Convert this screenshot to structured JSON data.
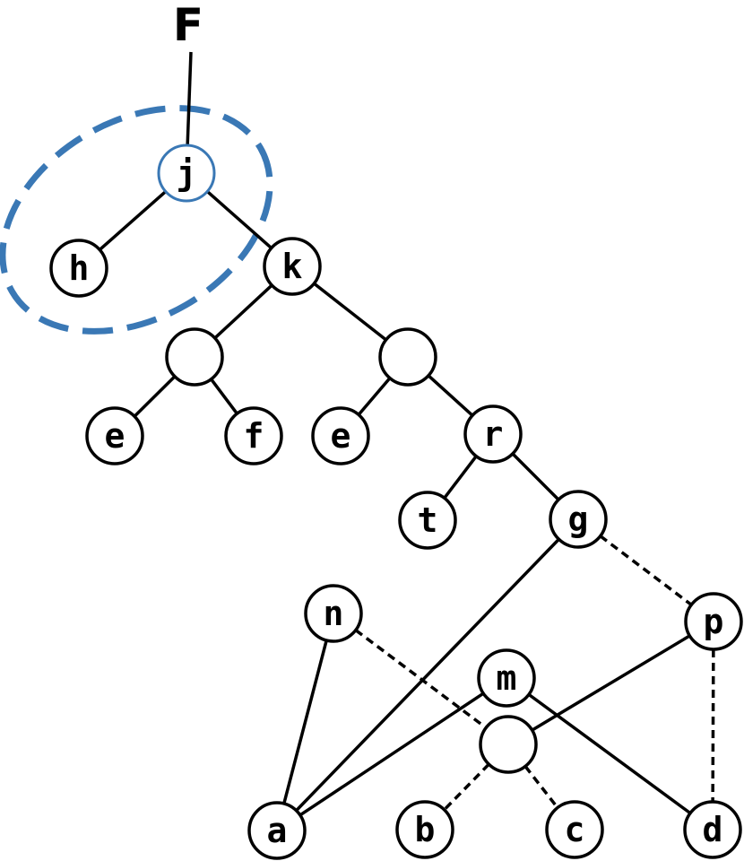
{
  "root_label": "F",
  "colors": {
    "highlight": "#3a78b5",
    "stroke": "#000000"
  },
  "nodes": [
    {
      "id": "j",
      "label": "j",
      "highlight": true
    },
    {
      "id": "h",
      "label": "h"
    },
    {
      "id": "k",
      "label": "k"
    },
    {
      "id": "u1",
      "label": ""
    },
    {
      "id": "u2",
      "label": ""
    },
    {
      "id": "e1",
      "label": "e"
    },
    {
      "id": "f",
      "label": "f"
    },
    {
      "id": "e2",
      "label": "e"
    },
    {
      "id": "r",
      "label": "r"
    },
    {
      "id": "t",
      "label": "t"
    },
    {
      "id": "g",
      "label": "g"
    },
    {
      "id": "n",
      "label": "n"
    },
    {
      "id": "p",
      "label": "p"
    },
    {
      "id": "m",
      "label": "m"
    },
    {
      "id": "u3",
      "label": ""
    },
    {
      "id": "a",
      "label": "a"
    },
    {
      "id": "b",
      "label": "b"
    },
    {
      "id": "c",
      "label": "c"
    },
    {
      "id": "d",
      "label": "d"
    }
  ],
  "edges": [
    {
      "from": "root",
      "to": "j",
      "style": "solid"
    },
    {
      "from": "j",
      "to": "h",
      "style": "solid"
    },
    {
      "from": "j",
      "to": "k",
      "style": "solid"
    },
    {
      "from": "k",
      "to": "u1",
      "style": "solid"
    },
    {
      "from": "k",
      "to": "u2",
      "style": "solid"
    },
    {
      "from": "u1",
      "to": "e1",
      "style": "solid"
    },
    {
      "from": "u1",
      "to": "f",
      "style": "solid"
    },
    {
      "from": "u2",
      "to": "e2",
      "style": "solid"
    },
    {
      "from": "u2",
      "to": "r",
      "style": "solid"
    },
    {
      "from": "r",
      "to": "t",
      "style": "solid"
    },
    {
      "from": "r",
      "to": "g",
      "style": "solid"
    },
    {
      "from": "g",
      "to": "p",
      "style": "dashed"
    },
    {
      "from": "g",
      "to": "a",
      "style": "solid"
    },
    {
      "from": "n",
      "to": "a",
      "style": "solid"
    },
    {
      "from": "n",
      "to": "u3",
      "style": "dashed"
    },
    {
      "from": "m",
      "to": "a",
      "style": "solid"
    },
    {
      "from": "m",
      "to": "d",
      "style": "solid"
    },
    {
      "from": "p",
      "to": "u3",
      "style": "solid"
    },
    {
      "from": "p",
      "to": "d",
      "style": "dashed"
    },
    {
      "from": "u3",
      "to": "b",
      "style": "dashed"
    },
    {
      "from": "u3",
      "to": "c",
      "style": "dashed"
    }
  ]
}
